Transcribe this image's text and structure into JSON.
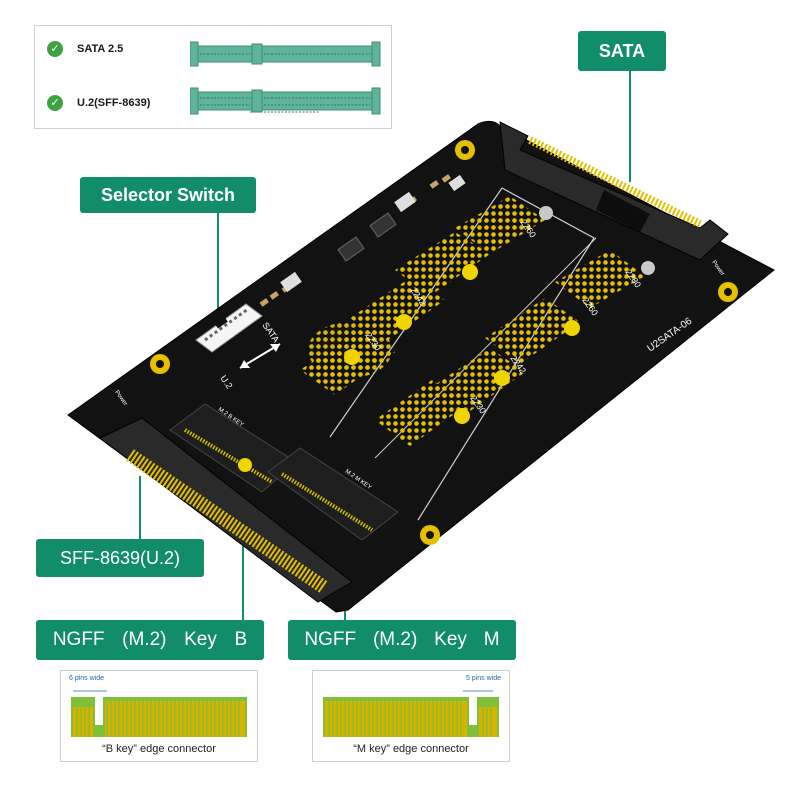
{
  "legend": {
    "items": [
      {
        "label": "SATA 2.5"
      },
      {
        "label": "U.2(SFF-8639)"
      }
    ]
  },
  "callouts": {
    "sata": "SATA",
    "selector_switch": "Selector Switch",
    "sff8639": "SFF-8639(U.2)",
    "key_b": [
      "NGFF",
      "(M.2)",
      "Key",
      "B"
    ],
    "key_m": [
      "NGFF",
      "(M.2)",
      "Key",
      "M"
    ]
  },
  "board": {
    "model": "U2SATA-06",
    "switch_sata": "SATA",
    "switch_u2": "U.2",
    "power_left": "Power",
    "power_right": "Power",
    "slot_b_label": "M.2 B KEY",
    "slot_m_label": "M.2 M KEY",
    "sizes_top": [
      "2260",
      "2242",
      "2230"
    ],
    "sizes_right": [
      "2280",
      "2260",
      "2242",
      "2230"
    ]
  },
  "edge_connectors": {
    "b_key": {
      "caption": "“B key” edge connector",
      "pins": "6 pins wide"
    },
    "m_key": {
      "caption": "“M key” edge connector",
      "pins": "5 pins wide"
    }
  },
  "colors": {
    "teal": "#118d6a",
    "board": "#111111",
    "gold": "#e4c000",
    "connector_teal": "#5fb49a"
  }
}
